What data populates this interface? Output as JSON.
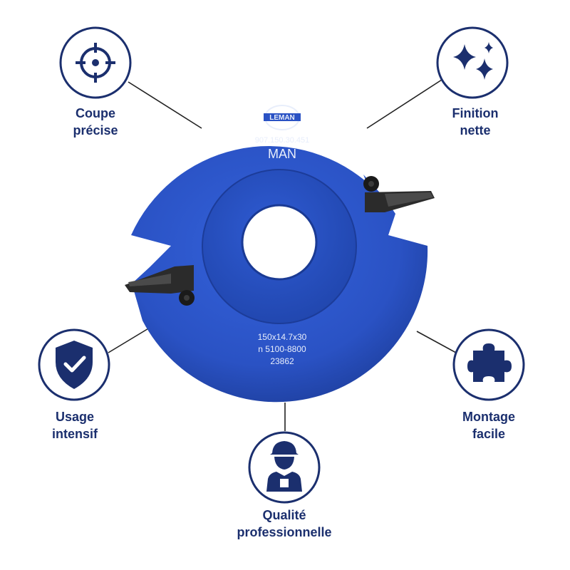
{
  "colors": {
    "navy": "#1b2f6e",
    "blade_blue": "#2a55c9",
    "hub_blue": "#2450bd",
    "carbide": "#2b2b2b",
    "connector": "#222222"
  },
  "cutter": {
    "brand_logo": "LEMAN",
    "part_number": "907.150.30.451",
    "rotation_mark": "MAN",
    "dimensions": "150x14.7x30",
    "rpm": "n  5100-8800",
    "serial": "23862"
  },
  "features": [
    {
      "icon": "crosshair-icon",
      "line1": "Coupe",
      "line2": "précise"
    },
    {
      "icon": "sparkles-icon",
      "line1": "Finition",
      "line2": "nette"
    },
    {
      "icon": "shield-check-icon",
      "line1": "Usage",
      "line2": "intensif"
    },
    {
      "icon": "puzzle-piece-icon",
      "line1": "Montage",
      "line2": "facile"
    },
    {
      "icon": "worker-icon",
      "line1": "Qualité",
      "line2": "professionnelle"
    }
  ]
}
